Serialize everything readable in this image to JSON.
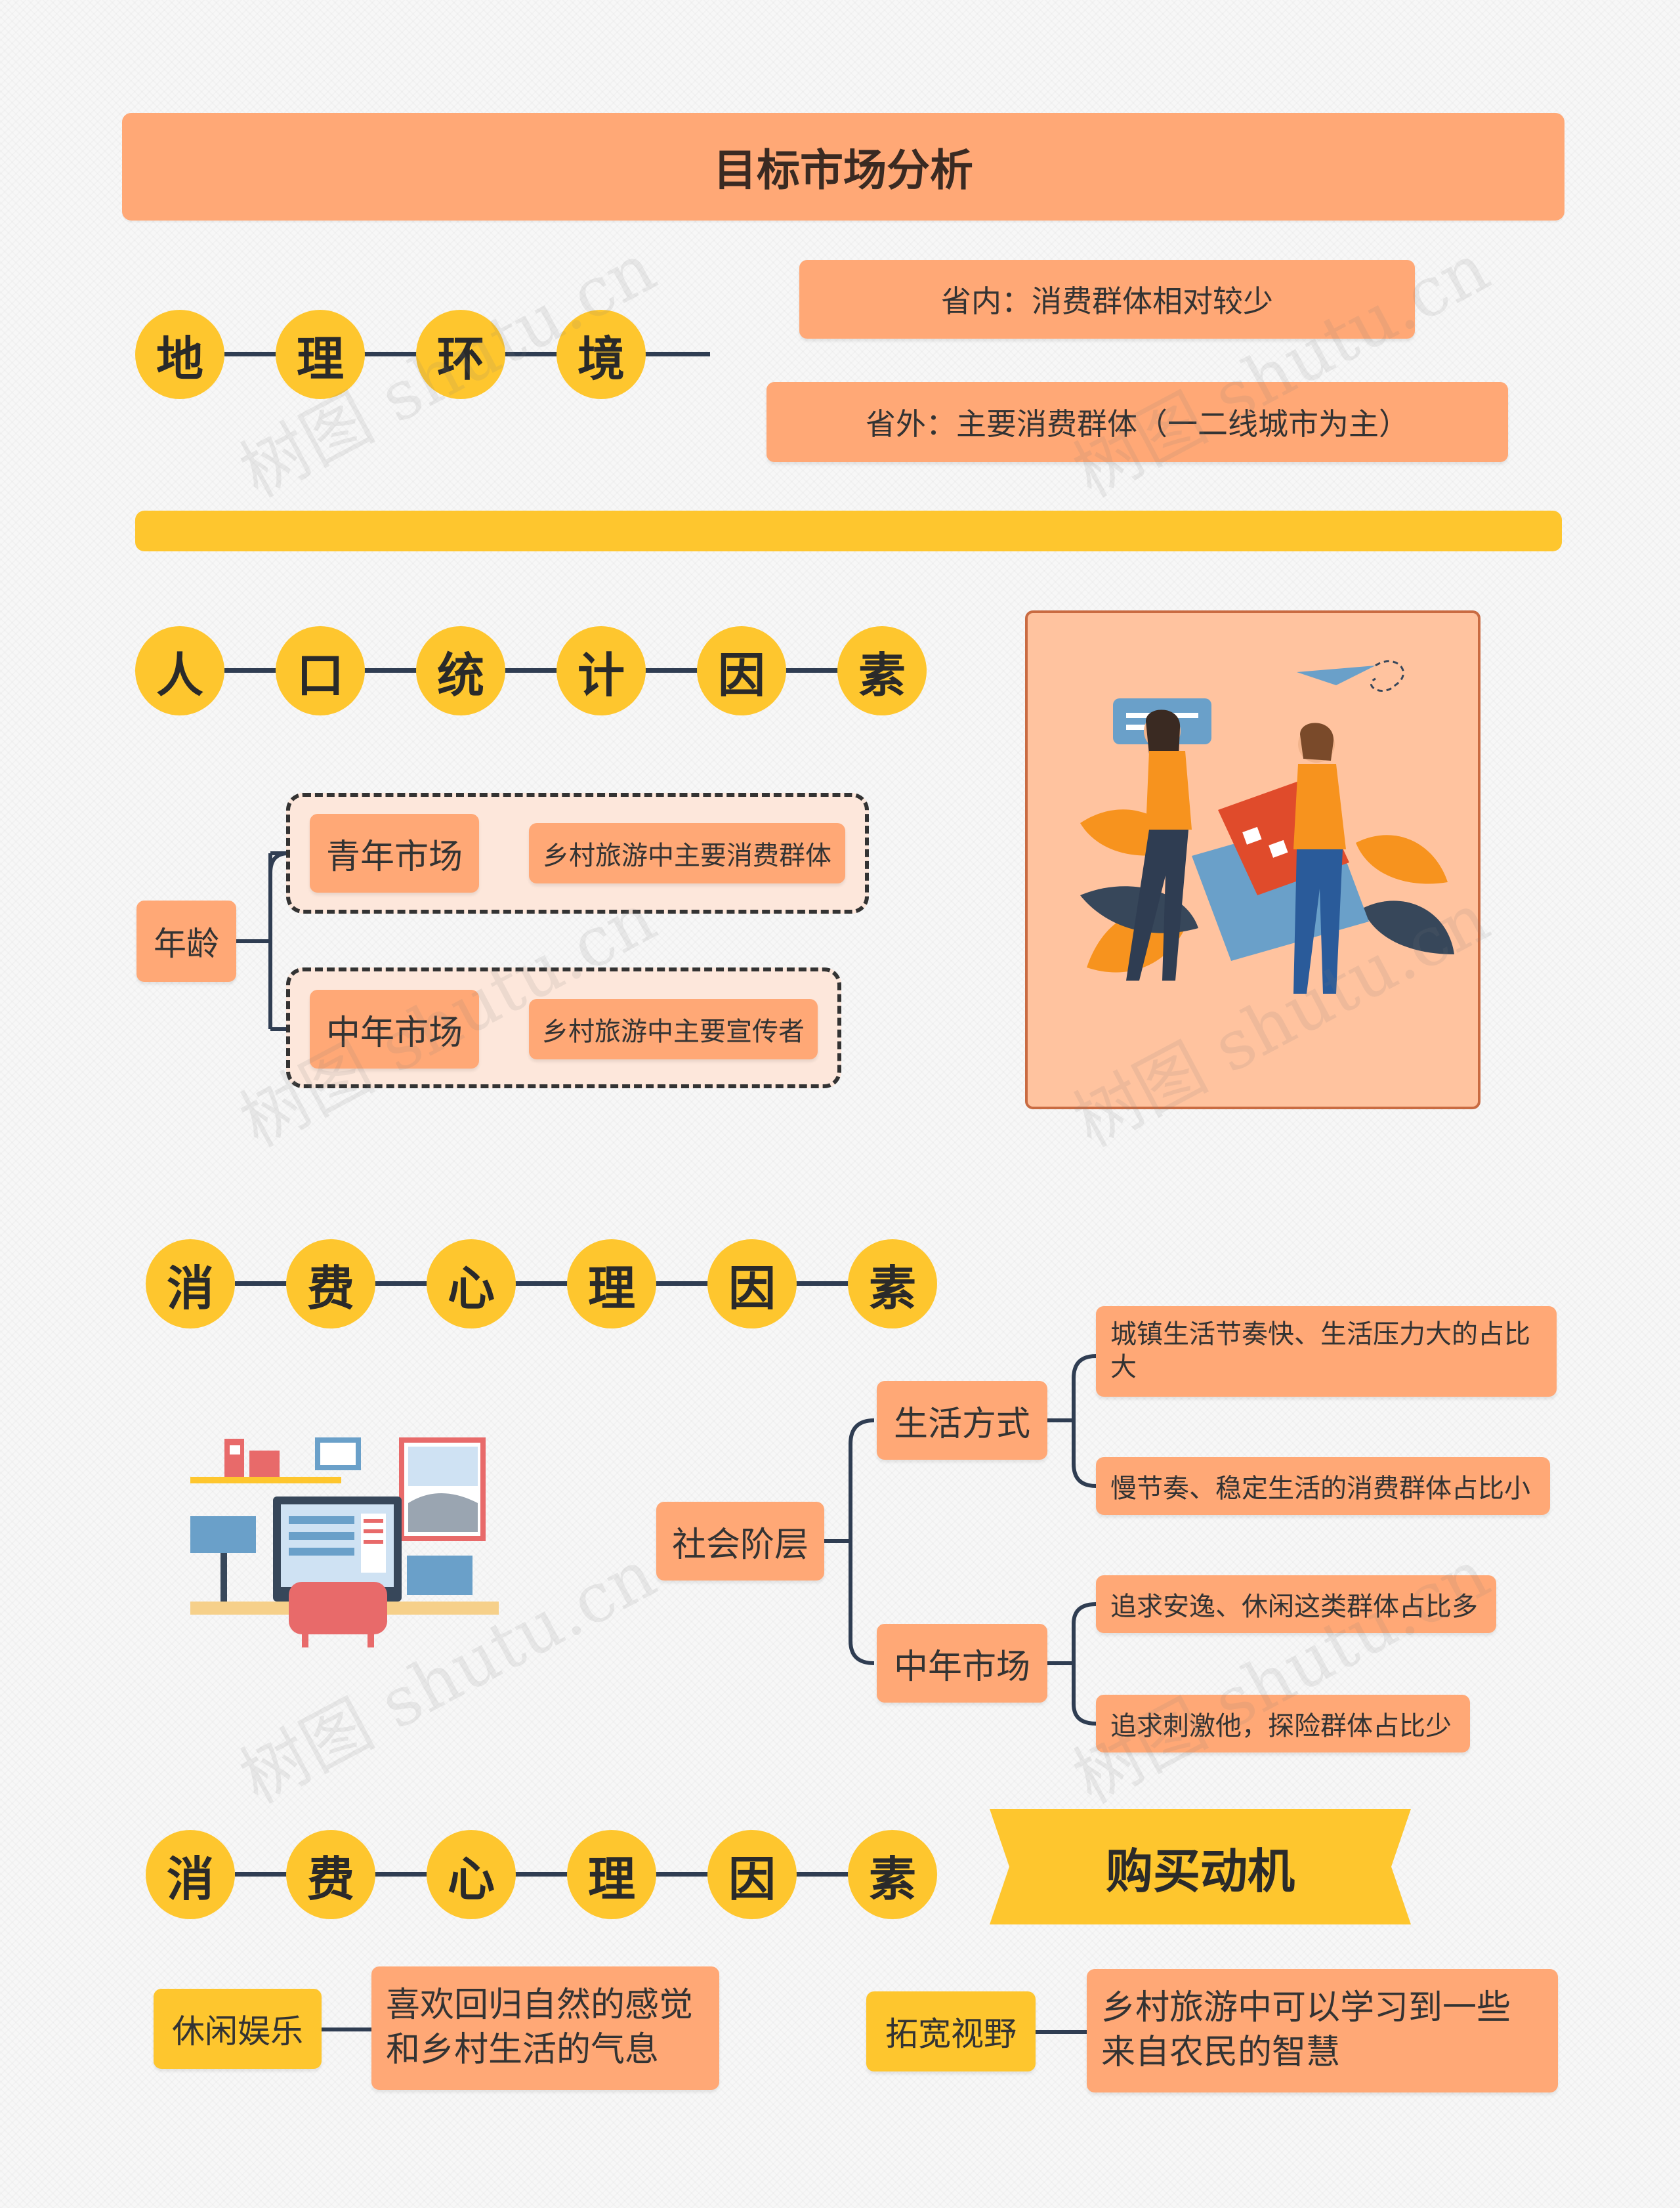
{
  "title": "目标市场分析",
  "geo": {
    "chars": [
      "地",
      "理",
      "环",
      "境"
    ],
    "inner": "省内：消费群体相对较少",
    "outer": "省外：主要消费群体（一二线城市为主）"
  },
  "demo": {
    "chars": [
      "人",
      "口",
      "统",
      "计",
      "因",
      "素"
    ],
    "root": "年龄",
    "branches": [
      {
        "label": "青年市场",
        "leaf": "乡村旅游中主要消费群体"
      },
      {
        "label": "中年市场",
        "leaf": "乡村旅游中主要宣传者"
      }
    ]
  },
  "psych": {
    "chars": [
      "消",
      "费",
      "心",
      "理",
      "因",
      "素"
    ],
    "root": "社会阶层",
    "branches": [
      {
        "label": "生活方式",
        "leaves": [
          "城镇生活节奏快、生活压力大的占比大",
          "慢节奏、稳定生活的消费群体占比小"
        ]
      },
      {
        "label": "中年市场",
        "leaves": [
          "追求安逸、休闲这类群体占比多",
          "追求刺激他，探险群体占比少"
        ]
      }
    ]
  },
  "motive": {
    "chars": [
      "消",
      "费",
      "心",
      "理",
      "因",
      "素"
    ],
    "banner": "购买动机",
    "items": [
      {
        "label": "休闲娱乐",
        "text": "喜欢回归自然的感觉和乡村生活的气息"
      },
      {
        "label": "拓宽视野",
        "text": "乡村旅游中可以学习到一些来自农民的智慧"
      }
    ]
  },
  "watermark": "树图 shutu.cn",
  "colors": {
    "orange": "#ffa876",
    "yellow": "#fec62e",
    "line": "#2f3d52"
  }
}
